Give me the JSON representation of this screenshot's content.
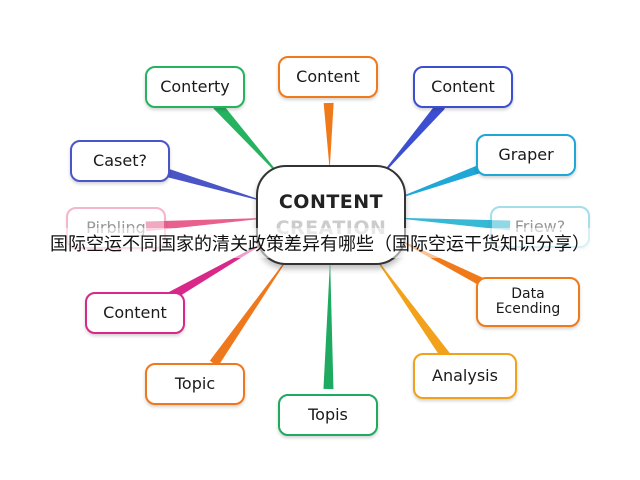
{
  "center": {
    "line1": "CONTENT",
    "line2": "CREATION"
  },
  "overlay_title": "国际空运不同国家的清关政策差异有哪些（国际空运干货知识分享）",
  "nodes": [
    {
      "id": "conterty",
      "label": "Conterty",
      "color": "#26b35f"
    },
    {
      "id": "content-top",
      "label": "Content",
      "color": "#f07a1a"
    },
    {
      "id": "content-tr",
      "label": "Content",
      "color": "#3d4fd1"
    },
    {
      "id": "caset",
      "label": "Caset?",
      "color": "#4a56c8"
    },
    {
      "id": "graper",
      "label": "Graper",
      "color": "#1fa7d8"
    },
    {
      "id": "pirbling",
      "label": "Pirbling",
      "color": "#e8608c"
    },
    {
      "id": "friew",
      "label": "Friew?",
      "color": "#37b8d4"
    },
    {
      "id": "content-left",
      "label": "Content",
      "color": "#d8288a"
    },
    {
      "id": "data-ecending",
      "label": "Data Ecending",
      "color": "#f07a1a"
    },
    {
      "id": "topic",
      "label": "Topic",
      "color": "#f0781c"
    },
    {
      "id": "topis",
      "label": "Topis",
      "color": "#1eaa60"
    },
    {
      "id": "analysis",
      "label": "Analysis",
      "color": "#f2a21a"
    }
  ]
}
